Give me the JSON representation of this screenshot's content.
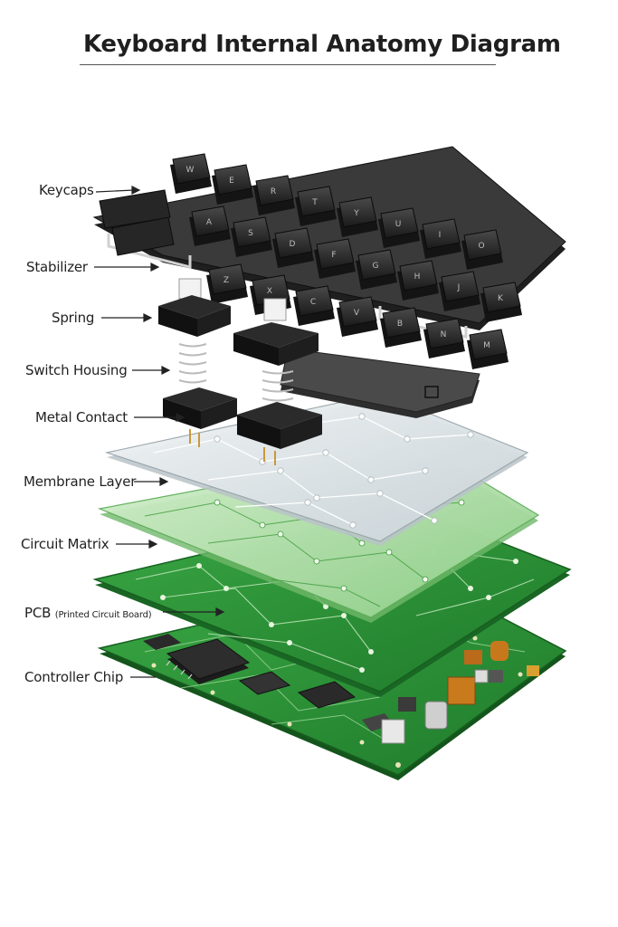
{
  "title": "Keyboard Internal Anatomy Diagram",
  "labels": {
    "keycaps": "Keycaps",
    "stabilizer": "Stabilizer",
    "spring": "Spring",
    "switch_housing": "Switch Housing",
    "metal_contact": "Metal Contact",
    "membrane_layer": "Membrane Layer",
    "circuit_matrix": "Circuit Matrix",
    "pcb": "PCB",
    "pcb_sub": "(Printed Circuit Board)",
    "controller_chip": "Controller Chip"
  },
  "keys": {
    "row1": [
      "W",
      "E",
      "R",
      "T",
      "Y",
      "U",
      "I",
      "O"
    ],
    "row2": [
      "A",
      "S",
      "D",
      "F",
      "G",
      "H",
      "J",
      "K"
    ],
    "row3": [
      "Z",
      "X",
      "C",
      "V",
      "B",
      "N",
      "M"
    ]
  },
  "colors": {
    "keycap": "#2b2b2b",
    "membrane": "#dfe6ea",
    "circuit_matrix": "#b9e0b2",
    "pcb": "#2f9a3a",
    "pcb_dark": "#1f7a2a",
    "trace": "#cfe8c8"
  }
}
